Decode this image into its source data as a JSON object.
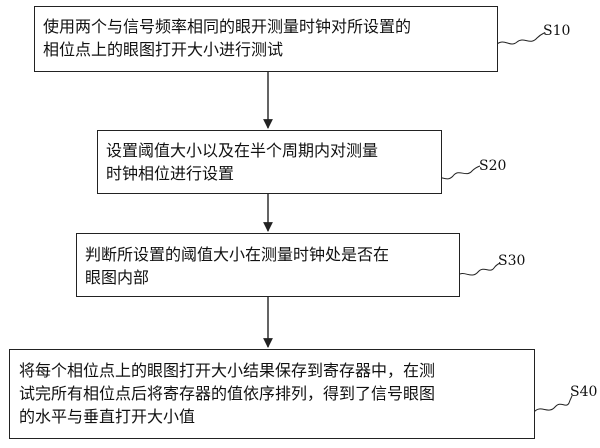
{
  "steps": [
    {
      "id": "S10",
      "lines": [
        "使用两个与信号频率相同的眼开测量时钟对所设置的",
        "相位点上的眼图打开大小进行测试"
      ]
    },
    {
      "id": "S20",
      "lines": [
        "设置阈值大小以及在半个周期内对测量",
        "时钟相位进行设置"
      ]
    },
    {
      "id": "S30",
      "lines": [
        "判断所设置的阈值大小在测量时钟处是否在",
        "眼图内部"
      ]
    },
    {
      "id": "S40",
      "lines": [
        "将每个相位点上的眼图打开大小结果保存到寄存器中，在测",
        "试完所有相位点后将寄存器的值依序排列，得到了信号眼图",
        "的水平与垂直打开大小值"
      ]
    }
  ]
}
